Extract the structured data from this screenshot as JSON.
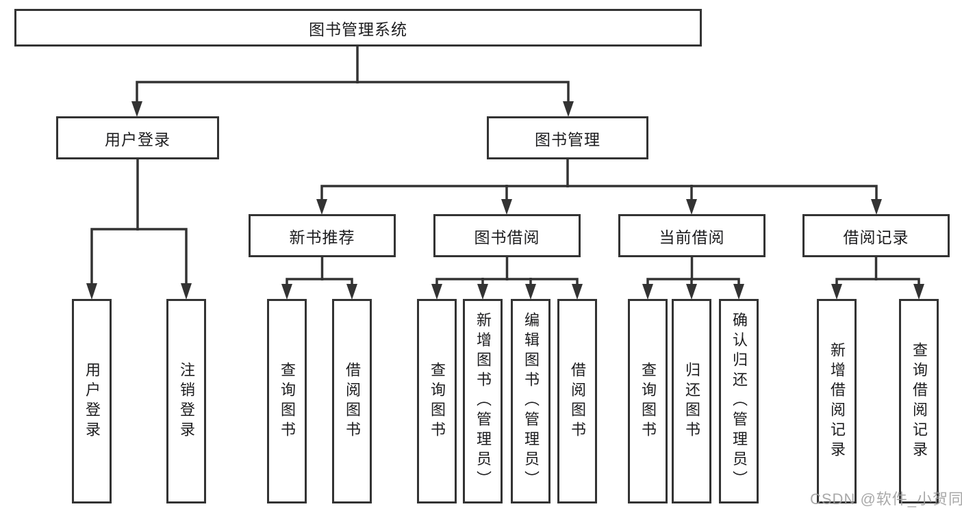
{
  "tree": {
    "root": "图书管理系统",
    "user_login": {
      "label": "用户登录",
      "leaves": [
        "用户登录",
        "注销登录"
      ]
    },
    "book_mgmt": {
      "label": "图书管理",
      "groups": [
        {
          "label": "新书推荐",
          "leaves": [
            "查询图书",
            "借阅图书"
          ]
        },
        {
          "label": "图书借阅",
          "leaves": [
            "查询图书",
            "新增图书（管理员）",
            "编辑图书（管理员）",
            "借阅图书"
          ]
        },
        {
          "label": "当前借阅",
          "leaves": [
            "查询图书",
            "归还图书",
            "确认归还（管理员）"
          ]
        },
        {
          "label": "借阅记录",
          "leaves": [
            "新增借阅记录",
            "查询借阅记录"
          ]
        }
      ]
    }
  },
  "watermark": "CSDN @软件_小贺同学",
  "colors": {
    "line": "#333333",
    "text": "#1d1d1f",
    "watermark": "#9e9e9e",
    "background": "#ffffff"
  }
}
